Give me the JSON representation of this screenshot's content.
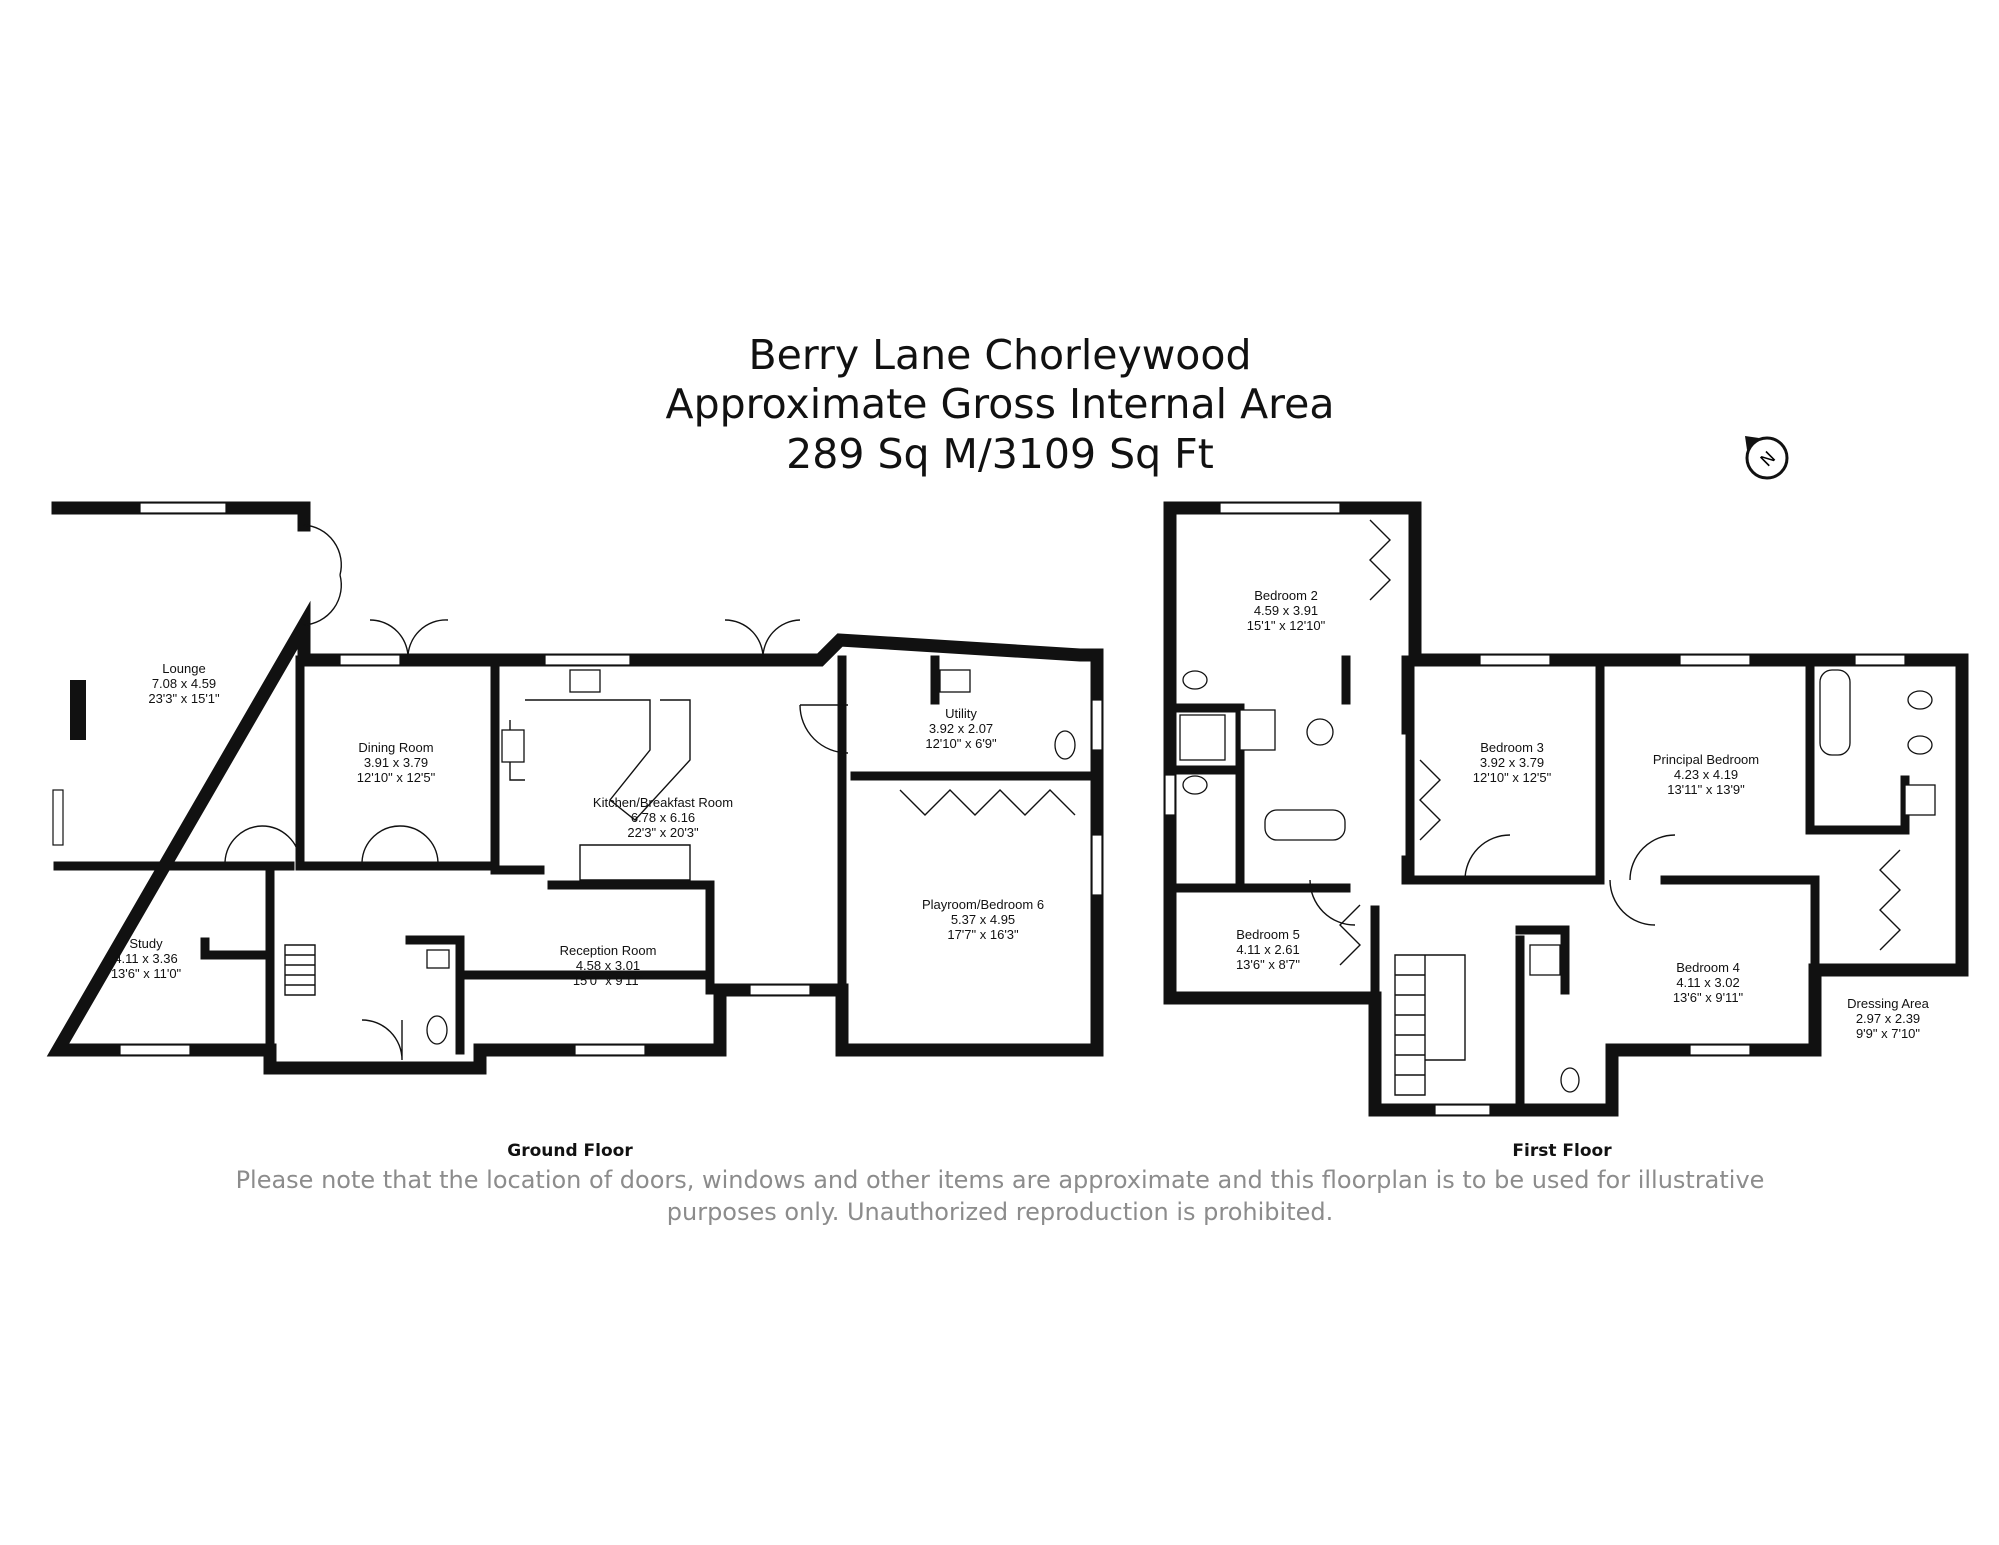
{
  "title": {
    "line1": "Berry Lane Chorleywood",
    "line2": "Approximate Gross Internal Area",
    "line3": "289 Sq M/3109 Sq Ft"
  },
  "compass": {
    "label": "N",
    "icon": "north-arrow-icon"
  },
  "floors": [
    {
      "name": "Ground Floor",
      "rooms": [
        {
          "id": "lounge",
          "name": "Lounge",
          "metric": "7.08 x 4.59",
          "imperial": "23'3\" x 15'1\""
        },
        {
          "id": "dining",
          "name": "Dining Room",
          "metric": "3.91 x 3.79",
          "imperial": "12'10\" x 12'5\""
        },
        {
          "id": "kitchen",
          "name": "Kitchen/Breakfast Room",
          "metric": "6.78 x 6.16",
          "imperial": "22'3\" x 20'3\""
        },
        {
          "id": "utility",
          "name": "Utility",
          "metric": "3.92 x 2.07",
          "imperial": "12'10\" x 6'9\""
        },
        {
          "id": "playroom",
          "name": "Playroom/Bedroom 6",
          "metric": "5.37 x 4.95",
          "imperial": "17'7\" x 16'3\""
        },
        {
          "id": "study",
          "name": "Study",
          "metric": "4.11 x 3.36",
          "imperial": "13'6\" x 11'0\""
        },
        {
          "id": "reception",
          "name": "Reception Room",
          "metric": "4.58 x 3.01",
          "imperial": "15'0\" x 9'11\""
        }
      ]
    },
    {
      "name": "First Floor",
      "rooms": [
        {
          "id": "bed2",
          "name": "Bedroom 2",
          "metric": "4.59 x 3.91",
          "imperial": "15'1\" x 12'10\""
        },
        {
          "id": "bed3",
          "name": "Bedroom 3",
          "metric": "3.92 x 3.79",
          "imperial": "12'10\" x 12'5\""
        },
        {
          "id": "principal",
          "name": "Principal Bedroom",
          "metric": "4.23 x 4.19",
          "imperial": "13'11\" x 13'9\""
        },
        {
          "id": "bed5",
          "name": "Bedroom 5",
          "metric": "4.11 x 2.61",
          "imperial": "13'6\" x 8'7\""
        },
        {
          "id": "bed4",
          "name": "Bedroom 4",
          "metric": "4.11 x 3.02",
          "imperial": "13'6\" x 9'11\""
        },
        {
          "id": "dressing",
          "name": "Dressing Area",
          "metric": "2.97 x 2.39",
          "imperial": "9'9\" x 7'10\""
        }
      ]
    }
  ],
  "disclaimer": {
    "line1": "Please note that the location of doors, windows and other items are approximate and this floorplan is to be used for illustrative",
    "line2": "purposes only. Unauthorized reproduction is prohibited."
  }
}
